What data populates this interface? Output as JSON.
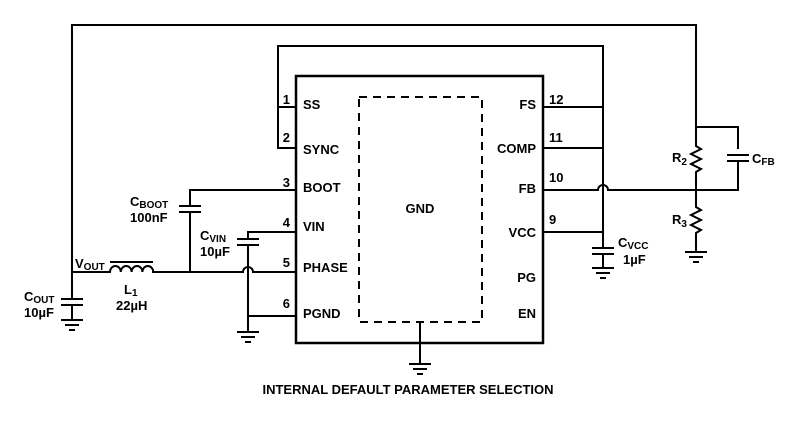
{
  "title": "INTERNAL DEFAULT PARAMETER SELECTION",
  "ic": {
    "center_label": "GND",
    "left_pins": [
      {
        "num": "1",
        "name": "SS"
      },
      {
        "num": "2",
        "name": "SYNC"
      },
      {
        "num": "3",
        "name": "BOOT"
      },
      {
        "num": "4",
        "name": "VIN"
      },
      {
        "num": "5",
        "name": "PHASE"
      },
      {
        "num": "6",
        "name": "PGND"
      }
    ],
    "right_pins": [
      {
        "num": "12",
        "name": "FS"
      },
      {
        "num": "11",
        "name": "COMP"
      },
      {
        "num": "10",
        "name": "FB"
      },
      {
        "num": "9",
        "name": "VCC"
      },
      {
        "num": "",
        "name": "PG"
      },
      {
        "num": "",
        "name": "EN"
      }
    ]
  },
  "components": {
    "cboot": {
      "name": "C",
      "sub": "BOOT",
      "value": "100nF"
    },
    "cvin": {
      "name": "C",
      "sub": "VIN",
      "value": "10µF"
    },
    "cout": {
      "name": "C",
      "sub": "OUT",
      "value": "10µF"
    },
    "l1": {
      "name": "L",
      "sub": "1",
      "value": "22µH"
    },
    "vout": {
      "name": "V",
      "sub": "OUT"
    },
    "cvcc": {
      "name": "C",
      "sub": "VCC",
      "value": "1µF"
    },
    "r2": {
      "name": "R",
      "sub": "2"
    },
    "r3": {
      "name": "R",
      "sub": "3"
    },
    "cfb": {
      "name": "C",
      "sub": "FB"
    }
  }
}
